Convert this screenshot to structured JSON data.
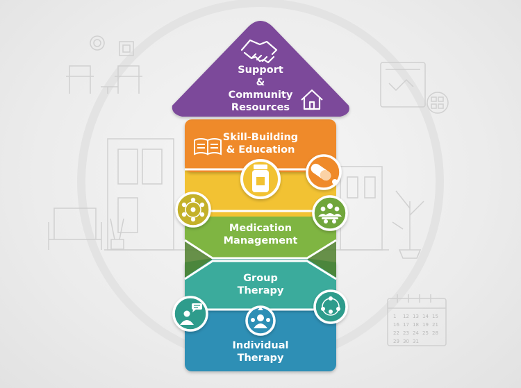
{
  "tiers": [
    {
      "id": "support",
      "label": "Support\n&\nCommunity\nResources",
      "color": "#7b4a9a",
      "icons": [
        "handshake-icon",
        "house-icon"
      ]
    },
    {
      "id": "skill",
      "label": "Skill-Building\n& Education",
      "color": "#ef8a2b",
      "icons": [
        "book-icon",
        "capsule-pill-icon"
      ]
    },
    {
      "id": "medication",
      "label": "Medication\nManagement",
      "color": "#7fb542",
      "icons": [
        "pill-bottle-icon",
        "people-network-icon",
        "team-icon"
      ]
    },
    {
      "id": "group",
      "label": "Group\nTherapy",
      "color": "#3aab9c",
      "icons": [
        "counselor-chat-icon",
        "group-circle-icon"
      ]
    },
    {
      "id": "individual",
      "label": "Individual\nTherapy",
      "color": "#2f8fb5",
      "icons": [
        "person-head-icon"
      ]
    }
  ],
  "band_color": "#f2c233",
  "calendar": {
    "numbers": [
      "1",
      "12",
      "13",
      "14",
      "15",
      "16",
      "17",
      "18",
      "19",
      "21",
      "22",
      "23",
      "24",
      "25",
      "28",
      "29",
      "30",
      "31"
    ]
  }
}
